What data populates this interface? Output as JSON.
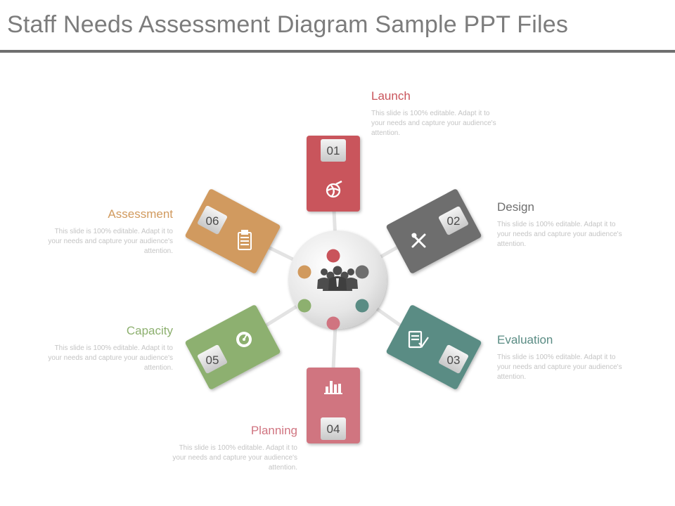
{
  "title": "Staff Needs Assessment Diagram Sample PPT Files",
  "colors": {
    "launch": "#c9545b",
    "design": "#6e6e6e",
    "evaluation": "#5a8c84",
    "planning": "#d07480",
    "capacity": "#8db06f",
    "assessment": "#d19a5e",
    "hub": "#e2e2e2",
    "icon": "#4d4d4d"
  },
  "icons": {
    "hub": "team-people-icon",
    "launch": "globe-arrow-icon",
    "design": "pencil-brush-cross-icon",
    "evaluation": "document-check-icon",
    "planning": "bar-chart-icon",
    "capacity": "gauge-icon",
    "assessment": "clipboard-icon"
  },
  "steps": [
    {
      "id": "launch",
      "number": "01",
      "label": "Launch",
      "desc": "This slide is 100% editable. Adapt it to your needs and capture your audience's attention."
    },
    {
      "id": "design",
      "number": "02",
      "label": "Design",
      "desc": "This slide is 100% editable. Adapt it to your needs and capture your audience's attention."
    },
    {
      "id": "evaluation",
      "number": "03",
      "label": "Evaluation",
      "desc": "This slide is 100% editable. Adapt it to your needs and capture your audience's attention."
    },
    {
      "id": "planning",
      "number": "04",
      "label": "Planning",
      "desc": "This slide is 100% editable. Adapt it to your needs and capture your audience's attention."
    },
    {
      "id": "capacity",
      "number": "05",
      "label": "Capacity",
      "desc": "This slide is 100% editable. Adapt it to your needs and capture your audience's attention."
    },
    {
      "id": "assessment",
      "number": "06",
      "label": "Assessment",
      "desc": "This slide is 100% editable. Adapt it to your needs and capture your audience's attention."
    }
  ]
}
